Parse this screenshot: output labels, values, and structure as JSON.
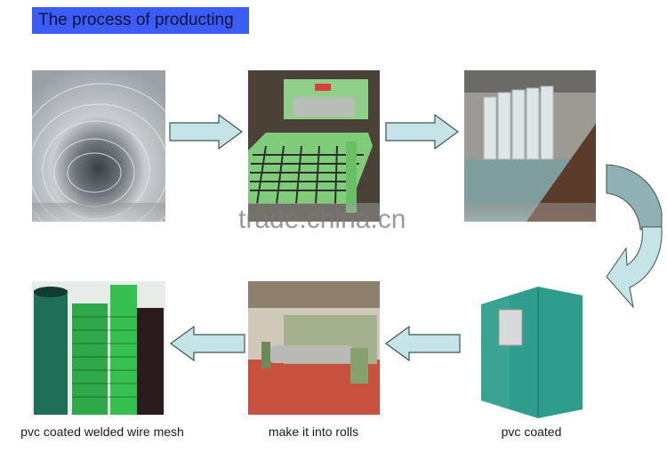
{
  "header": {
    "title": "The process of producting"
  },
  "steps": [
    {
      "id": "wire",
      "label": "",
      "description": "galvanized wire coils"
    },
    {
      "id": "welding",
      "label": "",
      "description": "welding machine"
    },
    {
      "id": "galvanizing",
      "label": "",
      "description": "hot-dip galvanizing bath"
    },
    {
      "id": "pvc-coating",
      "label": "pvc coated"
    },
    {
      "id": "rolling",
      "label": "make it into rolls"
    },
    {
      "id": "final",
      "label": "pvc coated welded wire mesh"
    }
  ],
  "watermark": "trade.china.cn",
  "colors": {
    "title_bg": "#3b5cf5",
    "title_text": "#0d1240",
    "arrow_fill": "#c6e3e8",
    "arrow_stroke": "#3d5558",
    "curve_top": "#8fb0b4"
  }
}
